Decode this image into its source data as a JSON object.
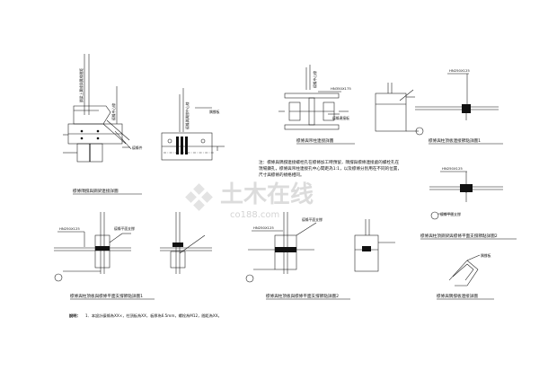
{
  "watermark": {
    "cn": "土木在线",
    "en": "co188.com"
  },
  "details": {
    "d1_caption": "檩條隅撐與鋼梁連接詳圖",
    "d1_upper_label": "鋼梁上翼緣與翼緣間距",
    "d1_right_label": "檩條中心線",
    "d1_bolt_label": "檩條件",
    "d2_center_label": "檩條與隅撐中心線",
    "d2_plate_label": "隅撐板",
    "d3_caption": "檩條與吊柱連接詳圖",
    "d3_section": "HN350X175",
    "d3_center": "檩條中心線",
    "d3_plate": "檩條連接板",
    "d4_section": "HN250X125",
    "d4_caption": "檩條與柱頂板連接節點詳圖1",
    "d5_section": "HN250X125",
    "d5_label": "檩條平面支撐",
    "d5_caption": "檩條與柱頂鋼梁與檩條平面支撐節點詳圖2",
    "d6_section": "HN250X125",
    "d6_label": "檩條平面支撐",
    "d6_caption": "檩條與柱頂板與檩條平面支撐節點詳圖1",
    "d7_section": "HN250X125",
    "d7_label": "檩條平面支撐",
    "d7_caption": "檩條與柱頂板與檩條平面支撐節點詳圖2",
    "d8_label": "隅撐板",
    "d8_caption": "檩條與隅撐板連接詳圖",
    "center_note": "注：檩條與隅撐連接螺栓孔在檩條加工時預留，隅撐與檩條連接處的螺栓孔在現場鑽孔，檩條與吊柱連接孔中心間距為1:1，以及檩條分別用在不同的位置，尺寸與檩條的規格相同。"
  },
  "notes": {
    "label": "說明：",
    "text": "1．本設計檩條為XX×，柱頂板為XX，板厚為6.5mm，螺栓為M12，間距為XX。"
  }
}
